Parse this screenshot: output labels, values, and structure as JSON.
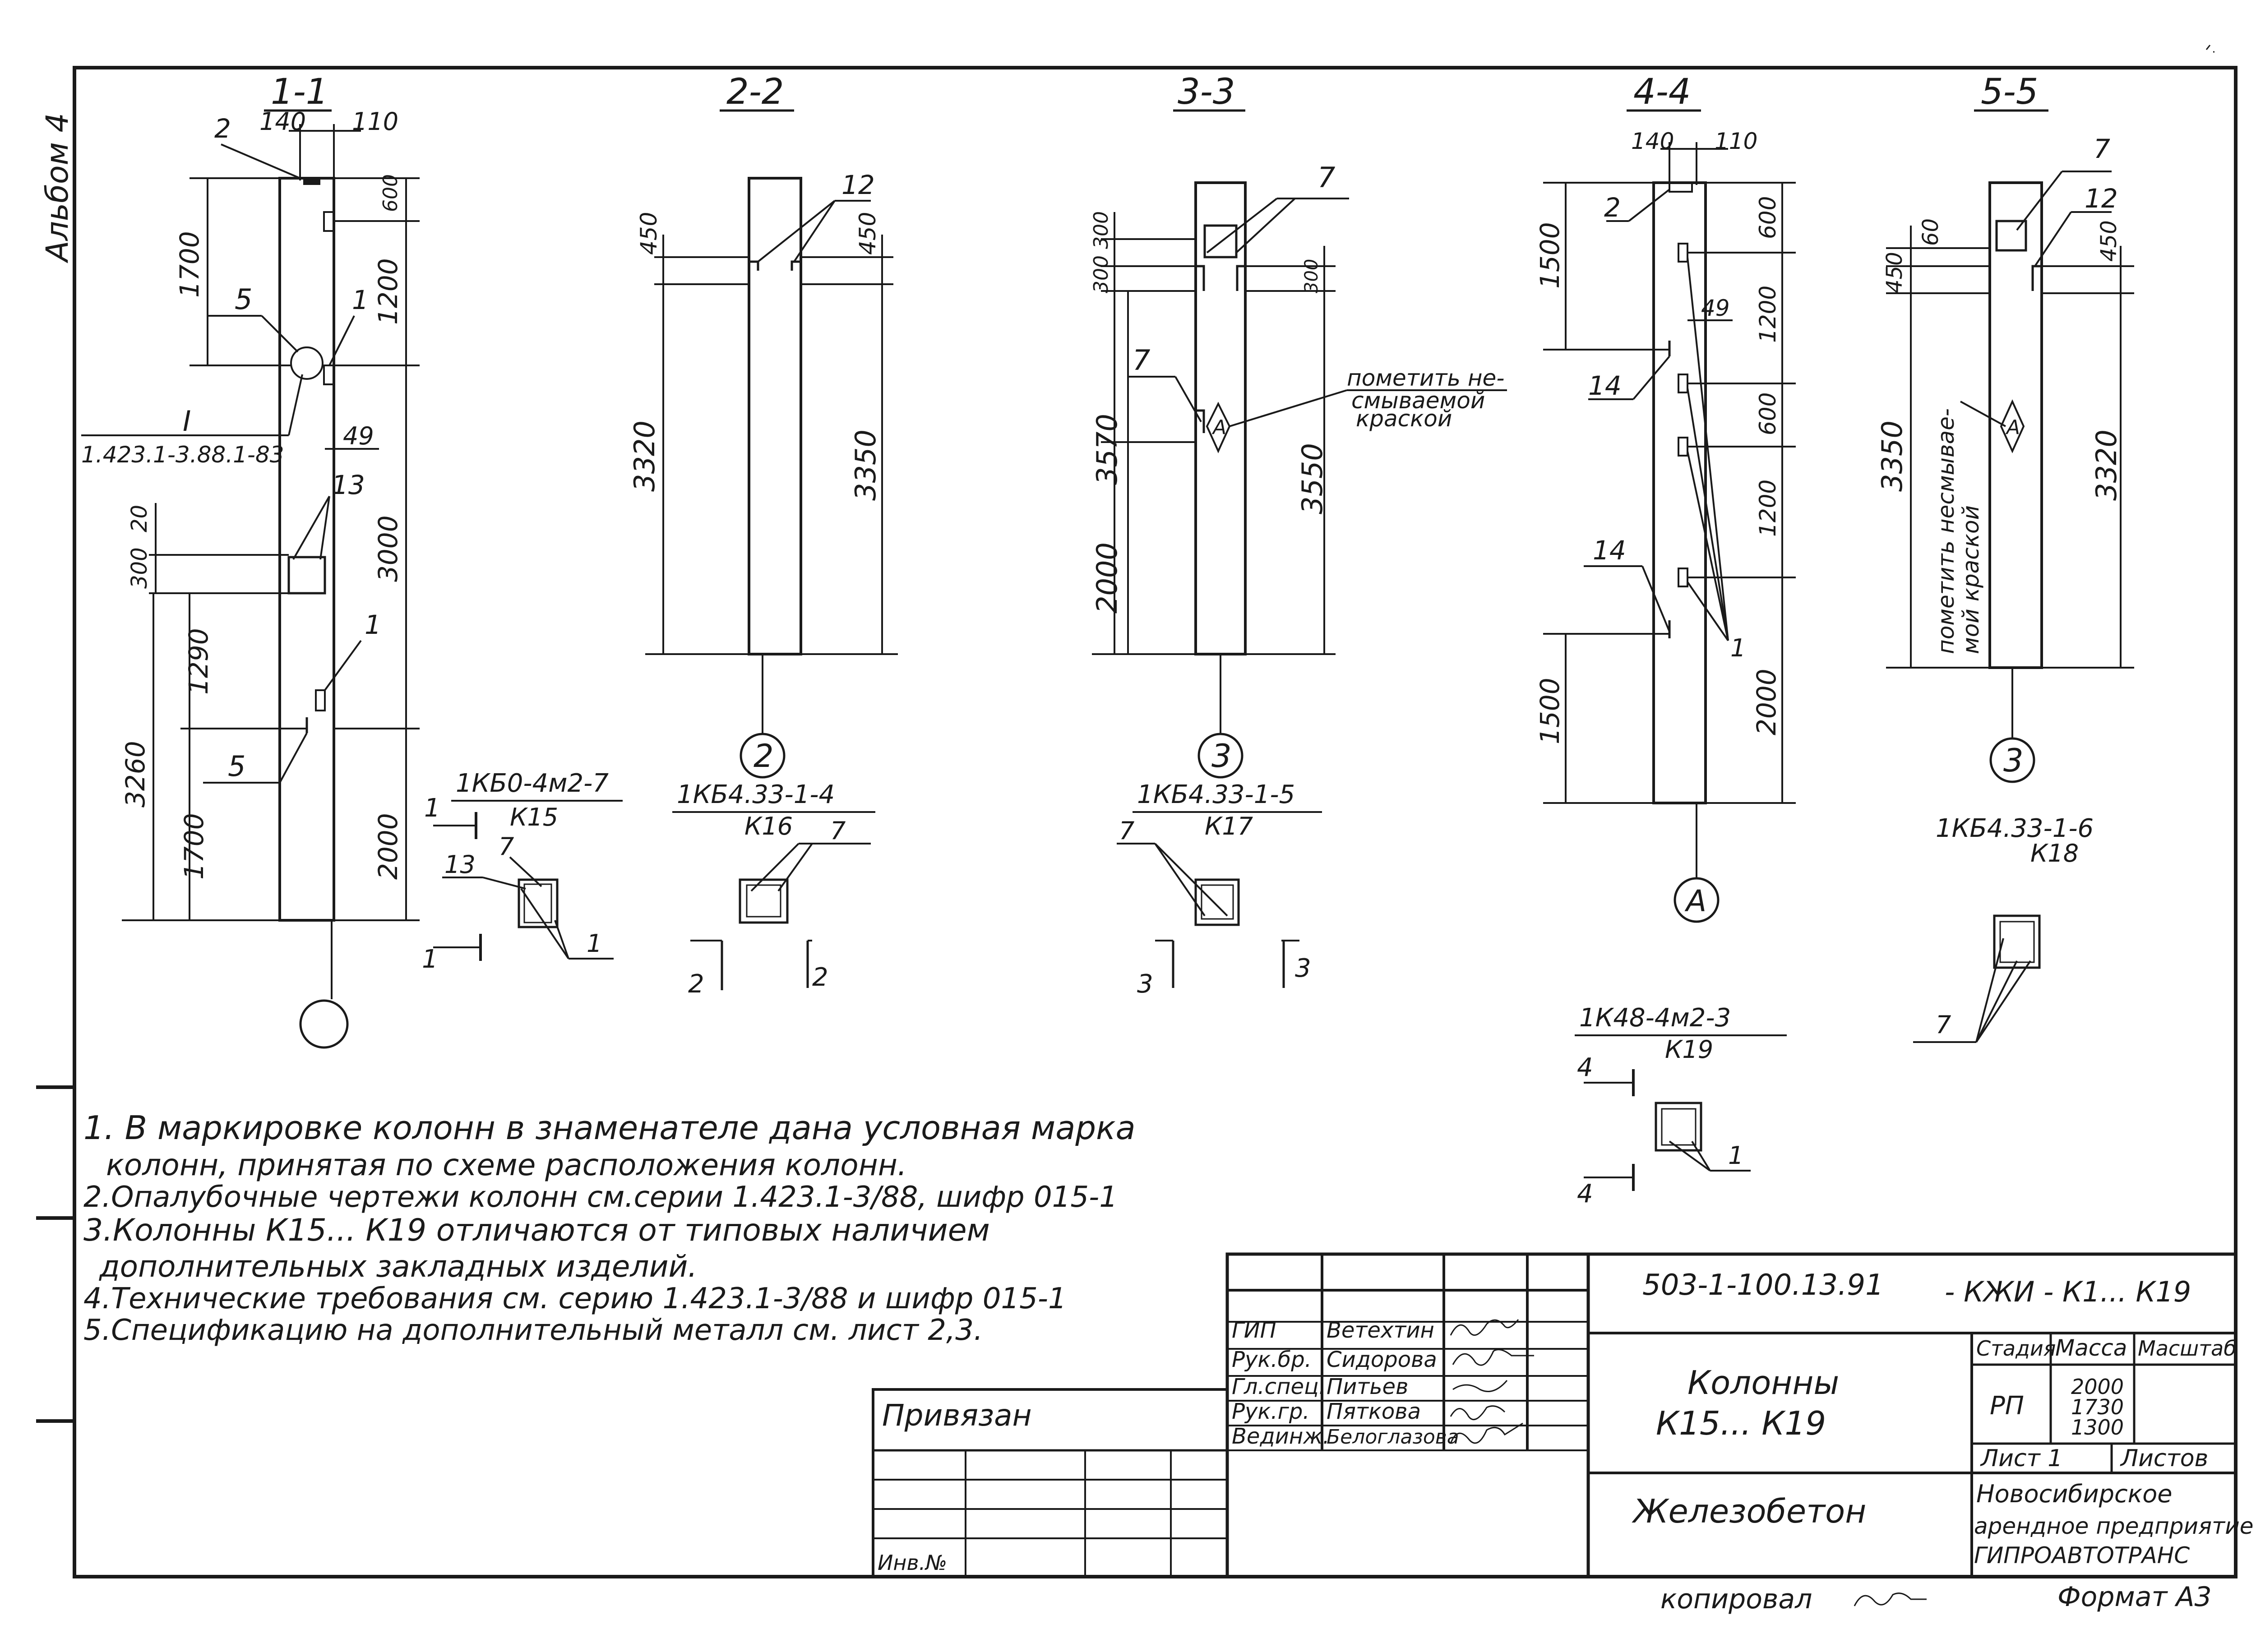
{
  "album_label": "Альбом 4",
  "sections": {
    "s1": {
      "title": "1-1",
      "dims_top": [
        "140",
        "110"
      ],
      "dims_left": [
        "1700",
        "20",
        "300",
        "1290",
        "3260",
        "1700"
      ],
      "dims_right": [
        "600",
        "1200",
        "49",
        "3000",
        "2000"
      ],
      "callouts": [
        "2",
        "5",
        "1",
        "13",
        "1",
        "5"
      ],
      "node_mark": "I",
      "node_ref": "1.423.1-3.88.1-83"
    },
    "s2": {
      "title": "2-2",
      "dims_left": [
        "450",
        "3320"
      ],
      "dims_right": [
        "450",
        "3350"
      ],
      "callouts": [
        "12"
      ],
      "axis": "2"
    },
    "s3": {
      "title": "3-3",
      "dims_left": [
        "300 300",
        "3570",
        "2000"
      ],
      "dims_right": [
        "300",
        "3550"
      ],
      "callouts": [
        "7",
        "7"
      ],
      "mark": "A",
      "note": [
        "пометить не-",
        "смываемой",
        "краской"
      ],
      "axis": "3"
    },
    "s4": {
      "title": "4-4",
      "dims_top": [
        "140",
        "110"
      ],
      "dims_left": [
        "1500",
        "1500"
      ],
      "dims_right": [
        "600",
        "1200",
        "600",
        "1200",
        "2000"
      ],
      "callouts": [
        "2",
        "49",
        "14",
        "14",
        "1"
      ],
      "axis": "A"
    },
    "s5": {
      "title": "5-5",
      "dims_left": [
        "60",
        "450",
        "3350"
      ],
      "dims_right": [
        "450",
        "3320"
      ],
      "callouts": [
        "7",
        "12"
      ],
      "mark": "A",
      "note": [
        "пометить несмывае-",
        "мой краской"
      ],
      "axis": "3"
    }
  },
  "column_marks": [
    {
      "name": "1КБ0-4м2-7",
      "code": "К15",
      "cuts": [
        "1",
        "1"
      ],
      "callouts": [
        "13",
        "7",
        "1"
      ]
    },
    {
      "name": "1КБ4.33-1-4",
      "code": "К16",
      "cuts": [
        "2",
        "2"
      ],
      "callouts": [
        "7"
      ]
    },
    {
      "name": "1КБ4.33-1-5",
      "code": "К17",
      "cuts": [
        "3",
        "3"
      ],
      "callouts": [
        "7"
      ]
    },
    {
      "name": "1К48-4м2-3",
      "code": "К19",
      "cuts": [
        "4",
        "4"
      ],
      "callouts": [
        "1"
      ]
    },
    {
      "name": "1КБ4.33-1-6",
      "code": "К18",
      "cuts": [],
      "callouts": [
        "7"
      ]
    }
  ],
  "notes": [
    "1. В маркировке колонн в знаменателе дана условная марка",
    "колонн, принятая по схеме расположения колонн.",
    "2.Опалубочные чертежи колонн см.серии 1.423.1-3/88, шифр 015-1",
    "3.Колонны К15... К19 отличаются от типовых наличием",
    "дополнительных закладных изделий.",
    "4.Технические требования см. серию 1.423.1-3/88 и шифр 015-1",
    "5.Спецификацию на дополнительный металл см. лист 2,3."
  ],
  "title_block": {
    "doc_code": "503-1-100.13.91",
    "doc_suffix": "- КЖИ - К1... К19",
    "title_line1": "Колонны",
    "title_line2": "К15... К19",
    "material": "Железобетон",
    "roles": [
      "ГИП",
      "Рук.бр.",
      "Гл.спец.",
      "Рук.гр.",
      "Вединж."
    ],
    "names": [
      "Ветехтин",
      "Сидорова",
      "Питьев",
      "Пяткова",
      "Белоглазова"
    ],
    "stage_header": "Стадия",
    "mass_header": "Масса",
    "scale_header": "Масштаб",
    "stage": "РП",
    "mass": [
      "2000",
      "1730",
      "1300"
    ],
    "sheet": "Лист 1",
    "sheets": "Листов",
    "org": [
      "Новосибирское",
      "арендное предприятие",
      "ГИПРОАВТОТРАНС"
    ],
    "bound": "Привязан",
    "inv": "Инв.№"
  },
  "footer": {
    "copied": "копировал",
    "format": "Формат А3"
  }
}
